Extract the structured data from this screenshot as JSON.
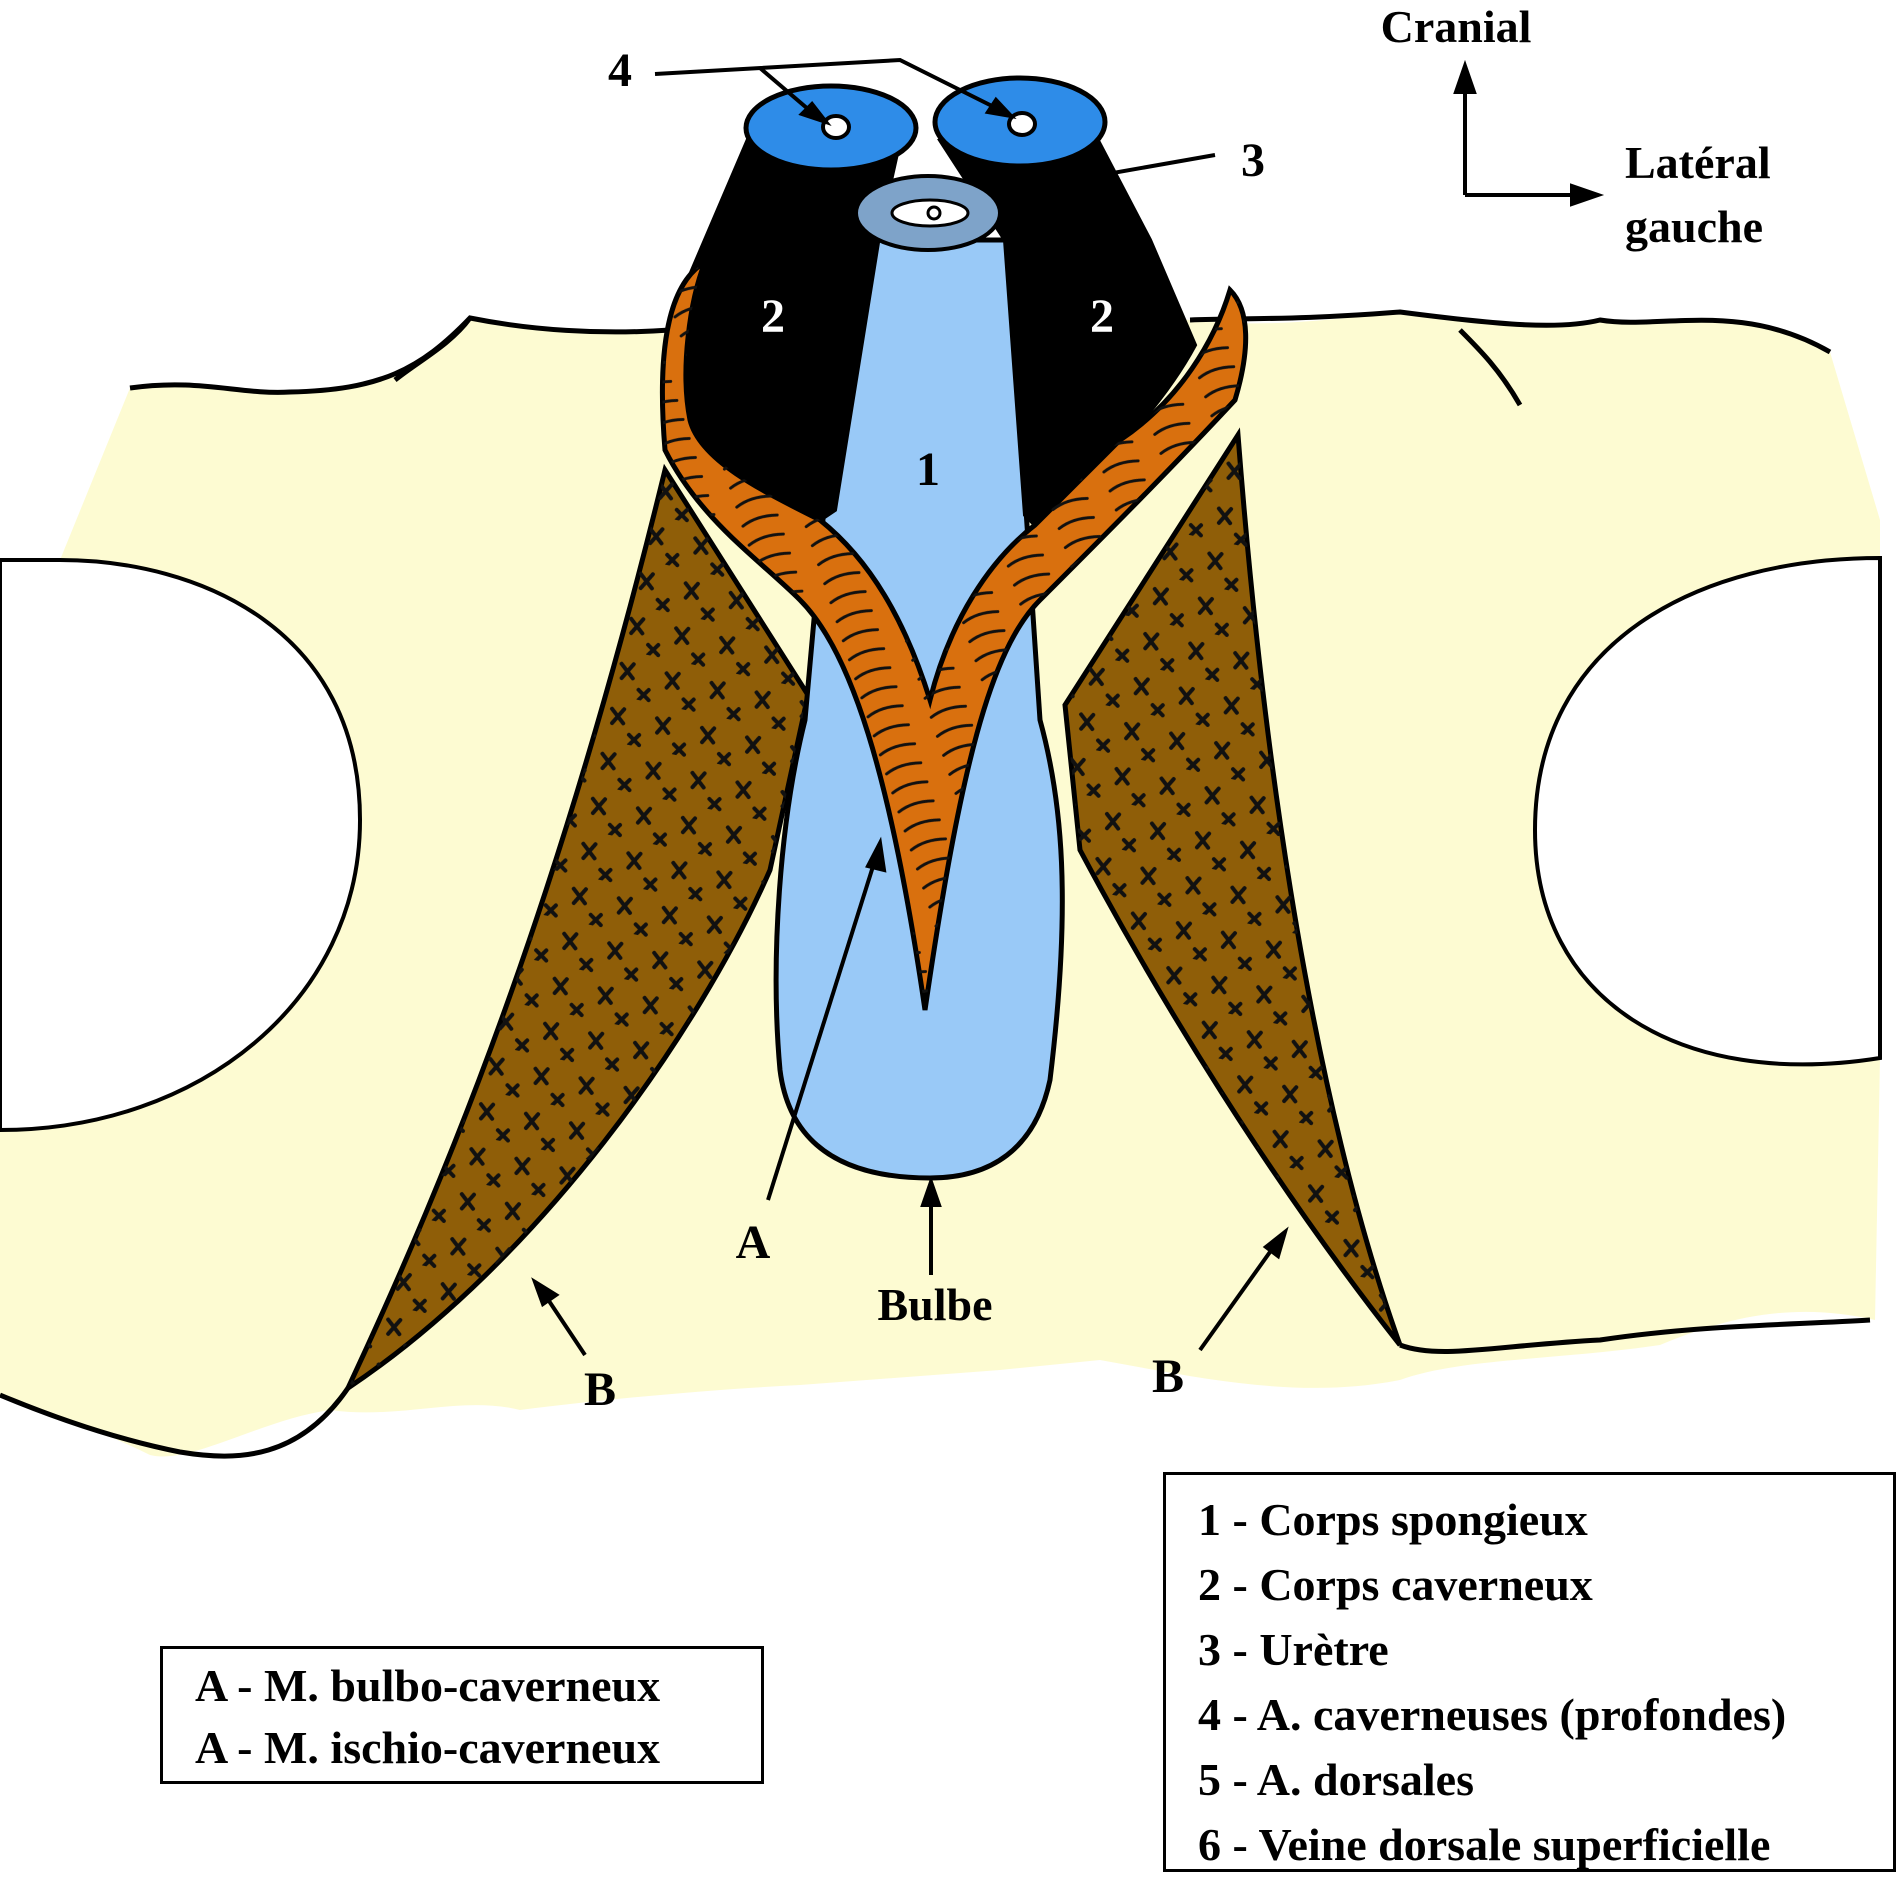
{
  "orientation": {
    "cranial": "Cranial",
    "lateral_line1": "Latéral",
    "lateral_line2": "gauche"
  },
  "labels": {
    "n1": "1",
    "n2_left": "2",
    "n2_right": "2",
    "n3": "3",
    "n4": "4",
    "a": "A",
    "b_left": "B",
    "b_right": "B",
    "bulbe": "Bulbe"
  },
  "legend_numbers": [
    "1 - Corps spongieux",
    "2 - Corps caverneux",
    "3 - Urètre",
    "4 - A. caverneuses (profondes)",
    "5 - A. dorsales",
    "6 - Veine dorsale superficielle"
  ],
  "legend_letters": [
    "A - M. bulbo-caverneux",
    "A - M. ischio-caverneux"
  ],
  "colors": {
    "background_tissue": "#fdfbd2",
    "spongy_body": "#99c9f7",
    "cavernous_body": "#000000",
    "cavernous_artery_section": "#2e8ce8",
    "urethra_ring": "#7ea3c9",
    "bulbospongiosus": "#d9700e",
    "ischiocavernosus": "#8f5e08"
  }
}
